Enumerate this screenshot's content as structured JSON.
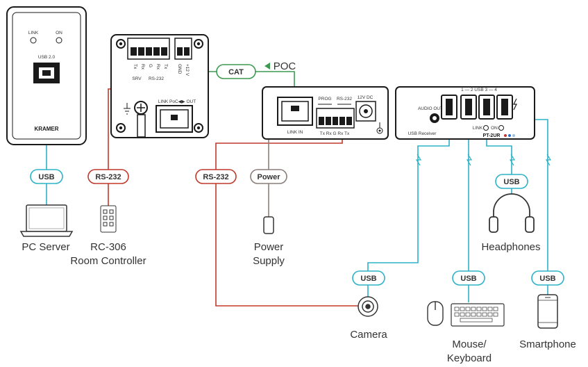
{
  "wallplate": {
    "link_led": "LINK",
    "on_led": "ON",
    "usb_port": "USB 2.0",
    "brand": "KRAMER"
  },
  "controller": {
    "pins": [
      "Tx",
      "Rx",
      "G",
      "Rx",
      "Tx"
    ],
    "power_pins": [
      "GND",
      "+12 V"
    ],
    "srv": "SRV",
    "rs232": "RS-232",
    "link_poc_out": "LINK PoC◀▶ OUT"
  },
  "transmitter": {
    "link_in": "LINK IN",
    "prog": "PROG",
    "rs232": "RS-232",
    "dc": "12V DC",
    "pins": "Tx Rx G Rx Tx"
  },
  "receiver": {
    "audio_out": "AUDIO OUT",
    "usb_receiver": "USB Receiver",
    "usb_ports": "1  — 2  USB  3  — 4",
    "link": "LINK",
    "on": "ON",
    "model": "PT-2UR"
  },
  "tags": {
    "cat": "CAT",
    "poc": "POC",
    "usb": "USB",
    "rs232": "RS-232",
    "power": "Power"
  },
  "labels": {
    "pc_server": "PC Server",
    "rc306_line1": "RC-306",
    "rc306_line2": "Room Controller",
    "power_line1": "Power",
    "power_line2": "Supply",
    "headphones": "Headphones",
    "camera": "Camera",
    "mouse_line1": "Mouse/",
    "mouse_line2": "Keyboard",
    "smartphone": "Smartphone"
  },
  "colors": {
    "usb": "#2bb3c9",
    "rs232": "#c0392b",
    "power": "#8a7e7a",
    "cat": "#3a9a4f",
    "device": "#1a1a1a",
    "outline": "#333333"
  }
}
